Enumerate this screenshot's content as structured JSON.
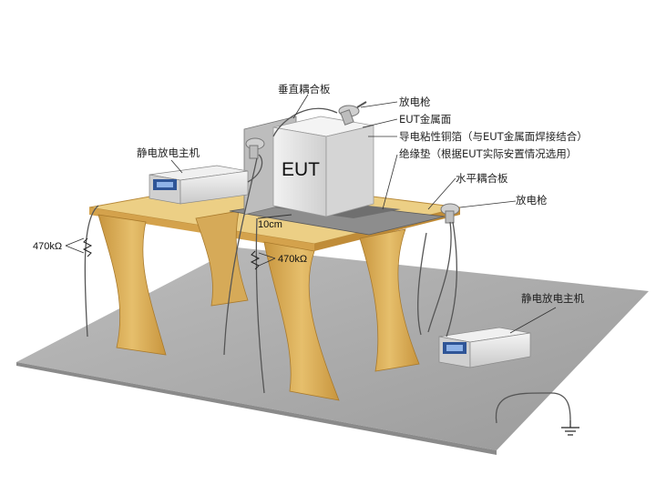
{
  "labels": {
    "vertical_coupling_plane": "垂直耦合板",
    "discharge_gun_top": "放电枪",
    "eut_metal_surface": "EUT金属面",
    "conductive_copper_foil": "导电粘性铜箔（与EUT金属面焊接结合）",
    "insulation_pad": "绝缘垫（根据EUT实际安置情况选用）",
    "horizontal_coupling_plane": "水平耦合板",
    "discharge_gun_right": "放电枪",
    "esd_generator_left": "静电放电主机",
    "esd_generator_right": "静电放电主机",
    "eut": "EUT",
    "distance_10cm": "10cm",
    "resistor_left": "470kΩ",
    "resistor_center": "470kΩ"
  },
  "colors": {
    "table_top": "#e9c97a",
    "table_leg": "#d9ac55",
    "ground_plane": "#a8a8a8",
    "eut_box": "#e2e2e2",
    "generator_body": "#e6e6e6",
    "generator_panel": "#2f5597"
  },
  "icons": [
    "ground-symbol-icon",
    "discharge-gun-icon"
  ]
}
